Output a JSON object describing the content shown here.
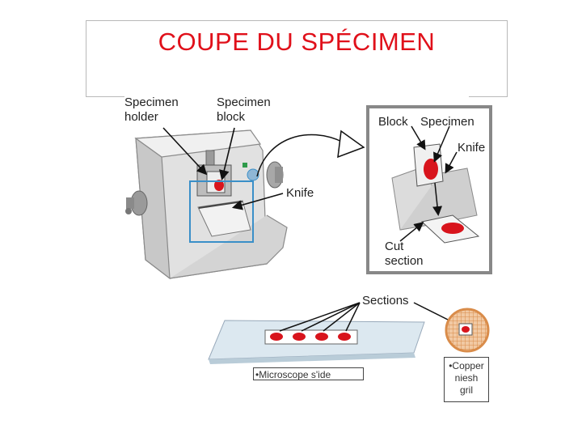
{
  "title": "COUPE DU SPÉCIMEN",
  "labels": {
    "specimen_holder": [
      "Specimen",
      "holder"
    ],
    "specimen_block": [
      "Specimen",
      "block"
    ],
    "knife_main": "Knife",
    "block": "Block",
    "specimen": "Specimen",
    "knife_inset": "Knife",
    "cut_section": [
      "Cut",
      "section"
    ],
    "sections": "Sections"
  },
  "captions": {
    "microscope_slide": "•Microscope s'ide",
    "copper_grid": [
      "•Copper",
      "niesh",
      "gril"
    ]
  },
  "colors": {
    "title": "#e0101a",
    "specimen_red": "#d8141c",
    "highlight_blue": "#3a8fc8",
    "machine_gray": "#d9d9d9",
    "copper": "#e8a66a"
  }
}
